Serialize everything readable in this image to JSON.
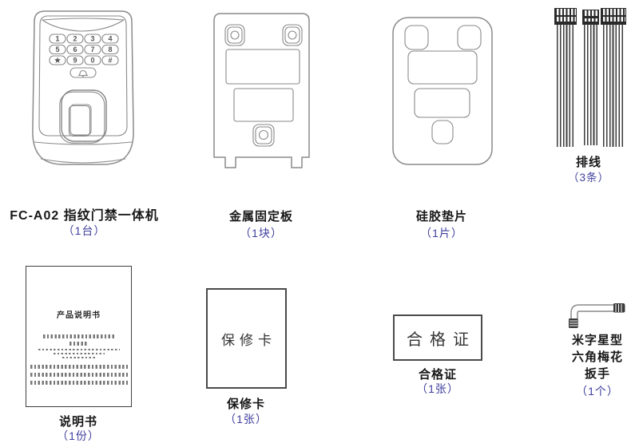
{
  "packing_list": {
    "items": [
      {
        "id": "device",
        "name": "FC-A02 指纹门禁一体机",
        "qty": "（1台）"
      },
      {
        "id": "metal-plate",
        "name": "金属固定板",
        "qty": "（1块）"
      },
      {
        "id": "silicone-gasket",
        "name": "硅胶垫片",
        "qty": "（1片）"
      },
      {
        "id": "ribbon-cables",
        "name": "排线",
        "qty": "（3条）"
      },
      {
        "id": "manual",
        "name": "说明书",
        "qty": "（1份）"
      },
      {
        "id": "warranty-card",
        "name": "保修卡",
        "qty": "（1张）"
      },
      {
        "id": "certificate",
        "name": "合格证",
        "qty": "（1张）"
      },
      {
        "id": "wrench",
        "name": "米字星型六角梅花扳手",
        "name_line1": "米字星型",
        "name_line2": "六角梅花",
        "name_line3": "扳手",
        "qty": "（1个）"
      }
    ]
  },
  "device": {
    "keypad_keys": [
      "1",
      "2",
      "3",
      "4",
      "5",
      "6",
      "7",
      "8",
      "★",
      "9",
      "0",
      "#"
    ]
  },
  "documents": {
    "manual_title": "产品说明书",
    "warranty_text": "保修卡",
    "certificate_text": "合格证"
  },
  "colors": {
    "accent_blue": "#3f3f9f",
    "line_gray": "#8a8a8a",
    "dark_line": "#3a3a3a"
  }
}
